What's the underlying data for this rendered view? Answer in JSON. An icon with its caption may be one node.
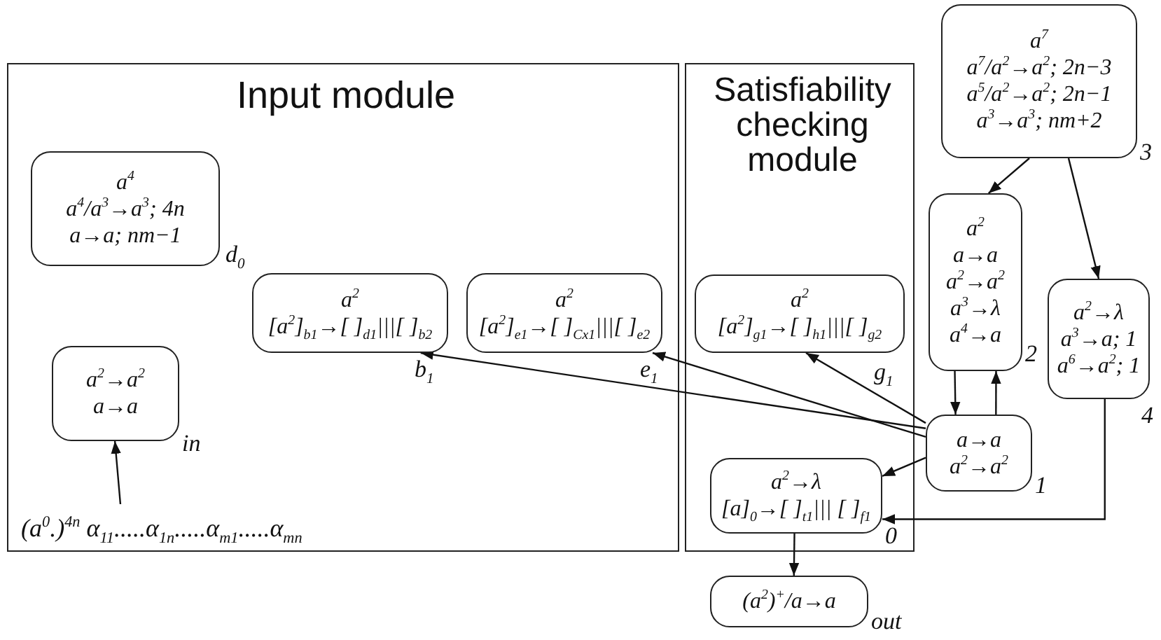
{
  "diagram": {
    "nodes": [
      {
        "text": [
          "Input module"
        ]
      },
      {
        "text": [
          "a$^{4}$",
          "a$^{4}$/a$^{3}$→a$^{3}$; 4n",
          "a→a; nm−1"
        ],
        "beside": [
          "d$_{0}$"
        ],
        "in": 0
      },
      {
        "text": [
          "a$^{2}$",
          "[a$^{2}$]$_{b1}$→[ ]$_{d1}$|||[ ]$_{b2}$"
        ],
        "beside": [
          "b$_{1}$"
        ],
        "in": 0
      },
      {
        "text": [
          "a$^{2}$",
          "[a$^{2}$]$_{e1}$→[ ]$_{Cx1}$|||[ ]$_{e2}$"
        ],
        "beside": [
          "e$_{1}$"
        ],
        "in": 0
      },
      {
        "text": [
          "a$^{2}$→a$^{2}$",
          "a→a"
        ],
        "beside": [
          "in"
        ],
        "in": 0
      },
      {
        "text": [
          "(a$^{0}$.)$^{4n}$ α$_{11}$.....α$_{1n}$.....α$_{m1}$.....α$_{mn}$"
        ],
        "in": 0
      },
      {
        "text": [
          "Satisfiability checking module"
        ]
      },
      {
        "text": [
          "a$^{2}$",
          "[a$^{2}$]$_{g1}$→[ ]$_{h1}$|||[ ]$_{g2}$"
        ],
        "beside": [
          "g$_{1}$"
        ],
        "in": 6
      },
      {
        "text": [
          "a$^{2}$→λ",
          "[a]$_{0}$→[ ]$_{t1}$||| [ ]$_{f1}$"
        ],
        "beside": [
          "0"
        ],
        "in": 6
      },
      {
        "text": [
          "a$^{7}$",
          "a$^{7}$/a$^{2}$→a$^{2}$; 2n−3",
          "a$^{5}$/a$^{2}$→a$^{2}$; 2n−1",
          "a$^{3}$→a$^{3}$; nm+2"
        ],
        "beside": [
          "3"
        ]
      },
      {
        "text": [
          "a$^{2}$",
          "a→a",
          "a$^{2}$→a$^{2}$",
          "a$^{3}$→λ",
          "a$^{4}$→a"
        ],
        "beside": [
          "2"
        ]
      },
      {
        "text": [
          "a$^{2}$→λ",
          "a$^{3}$→a; 1",
          "a$^{6}$→a$^{2}$; 1"
        ],
        "beside": [
          "4"
        ]
      },
      {
        "text": [
          "a→a",
          "a$^{2}$→a$^{2}$"
        ],
        "beside": [
          "1"
        ]
      },
      {
        "text": [
          "(a$^{2}$)$^{+}$/a→a"
        ],
        "beside": [
          "out"
        ]
      }
    ],
    "edges": [
      {
        "from": 5,
        "to": 4,
        "arrow": "to"
      },
      {
        "from": 9,
        "to": 10,
        "arrow": "to"
      },
      {
        "from": 9,
        "to": 11,
        "arrow": "to"
      },
      {
        "from": 10,
        "to": 12,
        "arrow": "to"
      },
      {
        "from": 12,
        "to": 10,
        "arrow": "to"
      },
      {
        "from": 12,
        "to": 2,
        "arrow": "to"
      },
      {
        "from": 12,
        "to": 3,
        "arrow": "to"
      },
      {
        "from": 12,
        "to": 7,
        "arrow": "to"
      },
      {
        "from": 12,
        "to": 8,
        "arrow": "to"
      },
      {
        "from": 11,
        "to": 8,
        "arrow": "to"
      },
      {
        "from": 8,
        "to": 13,
        "arrow": "to"
      }
    ]
  }
}
